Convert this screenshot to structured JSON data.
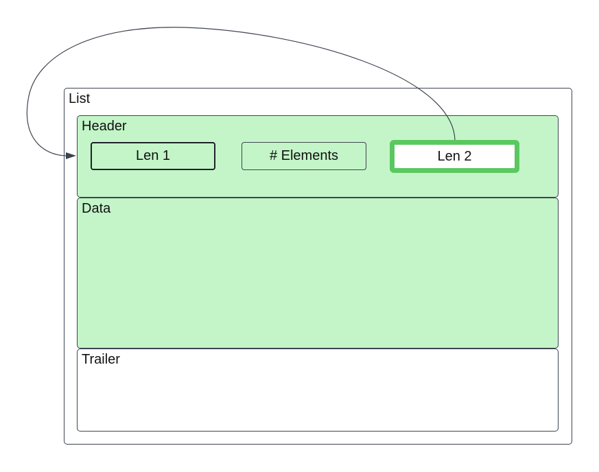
{
  "diagram": {
    "list": {
      "label": "List"
    },
    "header": {
      "label": "Header",
      "fields": [
        {
          "label": "Len 1"
        },
        {
          "label": "# Elements"
        },
        {
          "label": "Len 2",
          "highlight_color": "#5ac85e"
        }
      ]
    },
    "data": {
      "label": "Data"
    },
    "trailer": {
      "label": "Trailer"
    },
    "colors": {
      "section_fill": "#c3f5c8",
      "border": "#3d4450",
      "highlight": "#5ac85e",
      "connector": "#3d4450"
    },
    "connector": {
      "from": "Len 2",
      "to": "Header",
      "arrowhead": "to"
    }
  }
}
